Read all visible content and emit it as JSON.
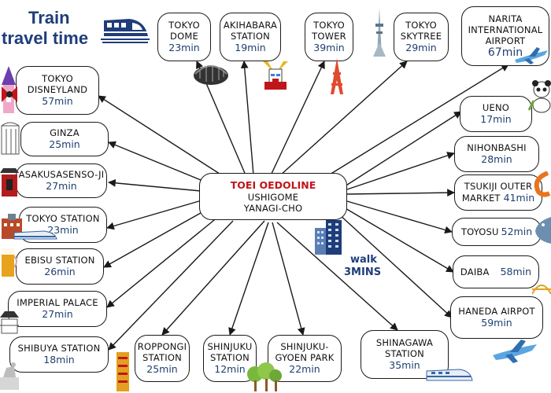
{
  "title": {
    "line1": "Train",
    "line2": "travel time"
  },
  "center": {
    "line": "TOEI OEDOLINE",
    "station_1": "USHIGOME",
    "station_2": "YANAGI-CHO"
  },
  "walk": {
    "line1": "walk",
    "line2": "3MINS"
  },
  "colors": {
    "line_red": "#c0161b",
    "text_blue": "#1f3f6f",
    "border": "#1a1a1a"
  },
  "destinations": [
    {
      "id": "tokyo-dome",
      "name": [
        "TOKYO",
        "DOME"
      ],
      "time": "23min"
    },
    {
      "id": "akihabara-station",
      "name": [
        "AKIHABARA",
        "STATION"
      ],
      "time": "19min"
    },
    {
      "id": "tokyo-tower",
      "name": [
        "TOKYO",
        "TOWER"
      ],
      "time": "39min"
    },
    {
      "id": "tokyo-skytree",
      "name": [
        "TOKYO",
        "SKYTREE"
      ],
      "time": "29min"
    },
    {
      "id": "narita-airport",
      "name": [
        "NARITA",
        "INTERNATIONAL",
        "AIRPORT"
      ],
      "time": "67min"
    },
    {
      "id": "tokyo-disneyland",
      "name": [
        "TOKYO",
        "DISNEYLAND"
      ],
      "time": "57min"
    },
    {
      "id": "ginza",
      "name": [
        "GINZA"
      ],
      "time": "25min"
    },
    {
      "id": "asakusa-senso-ji",
      "name": [
        "ASAKUSASENSO-JI"
      ],
      "time": "27min"
    },
    {
      "id": "tokyo-station",
      "name": [
        "TOKYO STATION"
      ],
      "time": "23min"
    },
    {
      "id": "ebisu-station",
      "name": [
        "EBISU STATION"
      ],
      "time": "26min"
    },
    {
      "id": "imperial-palace",
      "name": [
        "IMPERIAL PALACE"
      ],
      "time": "27min"
    },
    {
      "id": "shibuya-station",
      "name": [
        "SHIBUYA STATION"
      ],
      "time": "18min"
    },
    {
      "id": "roppongi-station",
      "name": [
        "ROPPONGI",
        "STATION"
      ],
      "time": "25min"
    },
    {
      "id": "shinjuku-station",
      "name": [
        "SHINJUKU",
        "STATION"
      ],
      "time": "12min"
    },
    {
      "id": "shinjuku-gyoen-park",
      "name": [
        "SHINJUKU-",
        "GYOEN PARK"
      ],
      "time": "22min"
    },
    {
      "id": "shinagawa-station",
      "name": [
        "SHINAGAWA",
        "STATION"
      ],
      "time": "35min"
    },
    {
      "id": "ueno",
      "name": [
        "UENO"
      ],
      "time": "17min"
    },
    {
      "id": "nihonbashi",
      "name": [
        "NIHONBASHI"
      ],
      "time": "28min"
    },
    {
      "id": "tsukiji-outer-market",
      "name": [
        "TSUKIJI OUTER",
        "MARKET"
      ],
      "time": "41min"
    },
    {
      "id": "toyosu",
      "name": [
        "TOYOSU"
      ],
      "time": "52min"
    },
    {
      "id": "daiba",
      "name": [
        "DAIBA"
      ],
      "time": "58min"
    },
    {
      "id": "haneda-airport",
      "name": [
        "HANEDA AIRPOT"
      ],
      "time": "59min"
    }
  ]
}
